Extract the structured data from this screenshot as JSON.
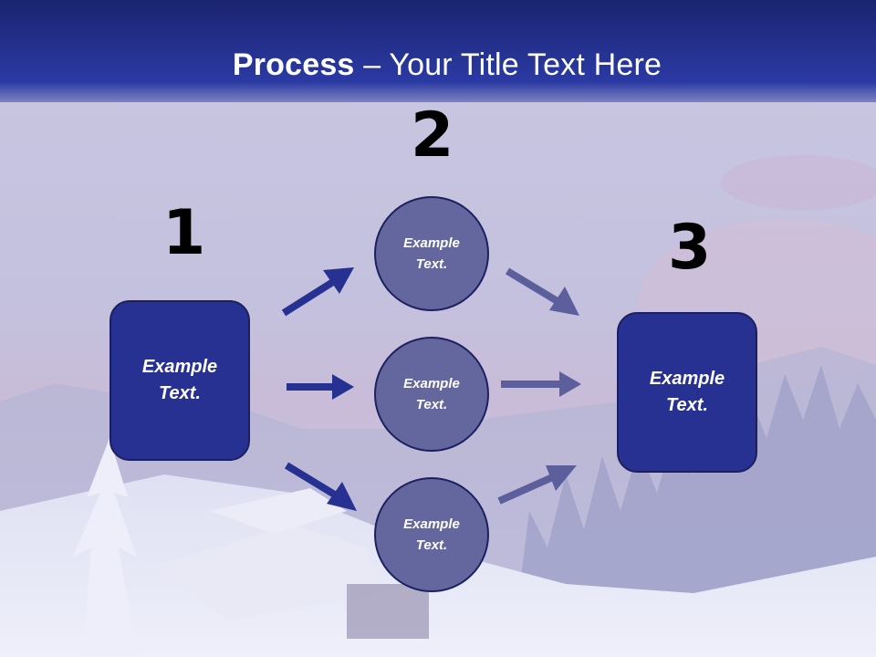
{
  "title": {
    "bold": "Process",
    "rest": " – Your Title Text Here"
  },
  "steps": {
    "one": "1",
    "two": "2",
    "three": "3"
  },
  "box_left": {
    "line1": "Example",
    "line2": "Text."
  },
  "box_right": {
    "line1": "Example",
    "line2": "Text."
  },
  "circles": [
    {
      "line1": "Example",
      "line2": "Text."
    },
    {
      "line1": "Example",
      "line2": "Text."
    },
    {
      "line1": "Example",
      "line2": "Text."
    }
  ],
  "colors": {
    "header_top": "#1a2470",
    "header_bottom": "#2b3aa3",
    "box_fill": "#263191",
    "circle_fill": "#64679e",
    "arrow_dark": "#263191",
    "arrow_light": "#5c5f9c"
  }
}
